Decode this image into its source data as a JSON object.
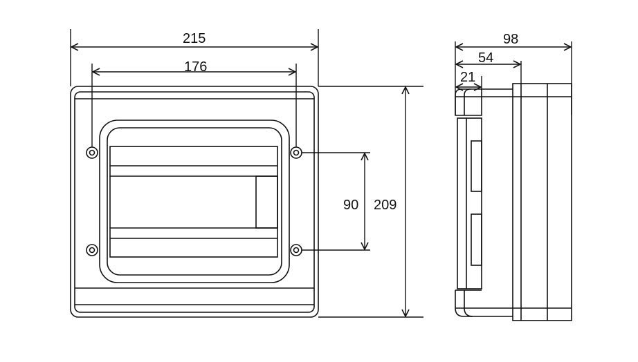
{
  "front_view": {
    "width_label": "215",
    "mount_width_label": "176",
    "mount_height_label": "90",
    "height_label": "209"
  },
  "side_view": {
    "depth_label": "98",
    "body_depth_label": "54",
    "cover_depth_label": "21"
  },
  "colors": {
    "line": "#111111",
    "background": "#ffffff"
  }
}
